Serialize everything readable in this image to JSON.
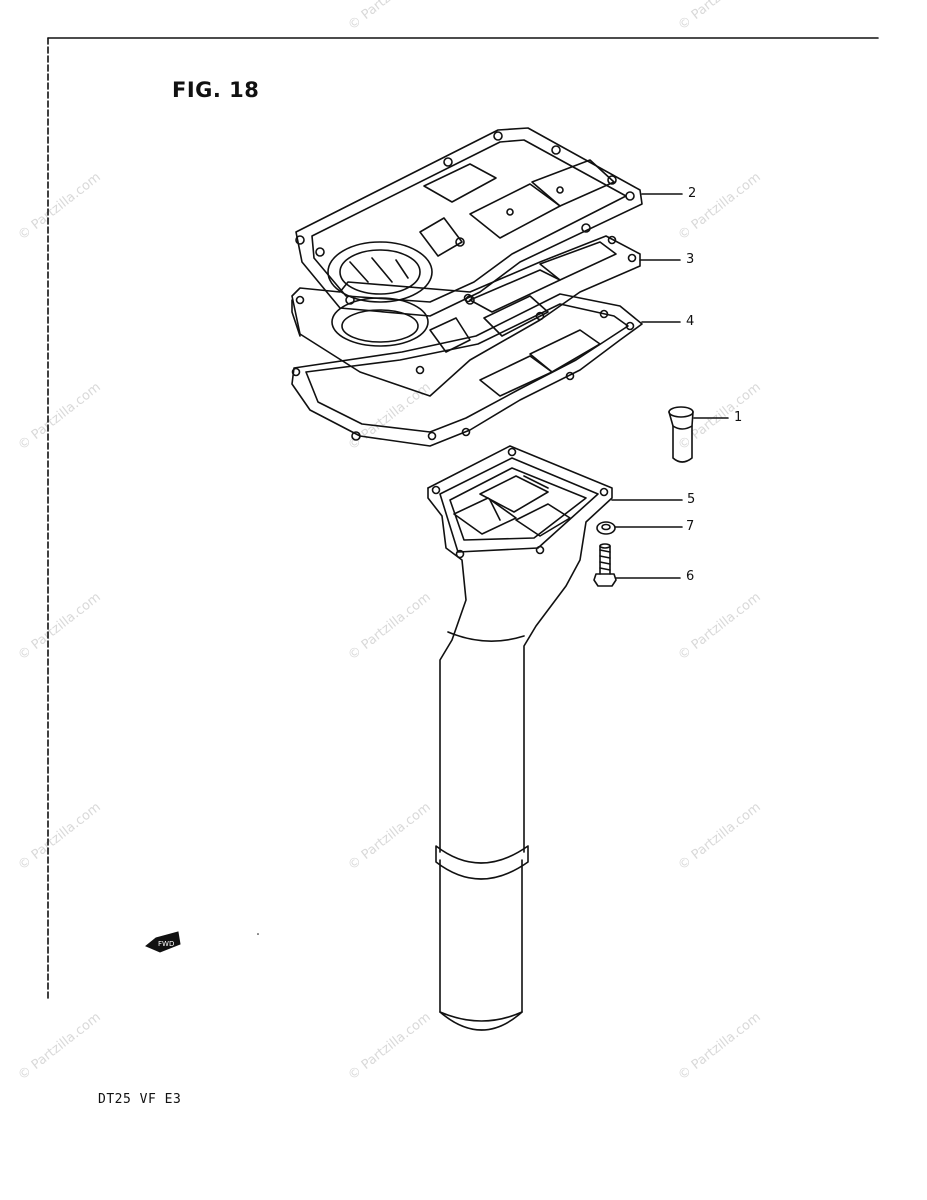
{
  "figure": {
    "title": "FIG. 18"
  },
  "model_code": "DT25 VF E3",
  "watermark": "© Partzilla.com",
  "callouts": [
    {
      "id": "2",
      "label": "2"
    },
    {
      "id": "3",
      "label": "3"
    },
    {
      "id": "4",
      "label": "4"
    },
    {
      "id": "1",
      "label": "1"
    },
    {
      "id": "5",
      "label": "5"
    },
    {
      "id": "7",
      "label": "7"
    },
    {
      "id": "6",
      "label": "6"
    }
  ],
  "fwd_arrow": {
    "label": "FWD"
  },
  "icons": [
    "fwd-arrow-icon"
  ],
  "colors": {
    "line": "#111111",
    "watermark": "#d9d9d9"
  }
}
